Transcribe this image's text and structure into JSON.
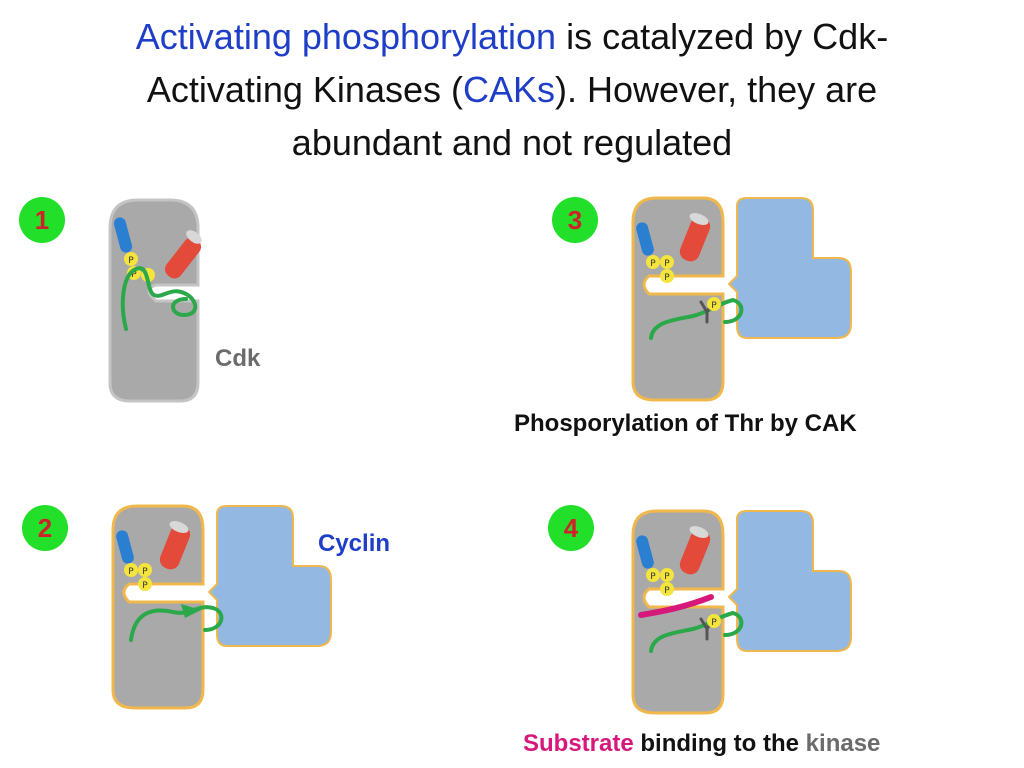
{
  "title": {
    "part1": "Activating phosphorylation",
    "part2": " is catalyzed by Cdk-",
    "part3": "Activating Kinases (",
    "part4": "CAKs",
    "part5": "). However, they are",
    "part6": "abundant and not regulated"
  },
  "steps": [
    "1",
    "2",
    "3",
    "4"
  ],
  "labels": {
    "cdk": "Cdk",
    "cyclin": "Cyclin",
    "phosphorylation": "Phosporylation of Thr by CAK",
    "substrate": "Substrate",
    "binding": " binding to the ",
    "kinase": "kinase"
  },
  "phosphate_letter": "P",
  "colors": {
    "highlight_blue": "#1f3ec8",
    "step_green": "#22e02a",
    "step_text": "#d0202a",
    "cdk_gray": "#a9a9a9",
    "cdk_outline_active": "#f0b84c",
    "cyclin_blue": "#93b9e2",
    "loop_green": "#2aa84a",
    "helix_red": "#e34a3a",
    "phosphate_yellow": "#f4e43c",
    "substrate_magenta": "#d6187a",
    "label_gray": "#6b6b6b"
  }
}
